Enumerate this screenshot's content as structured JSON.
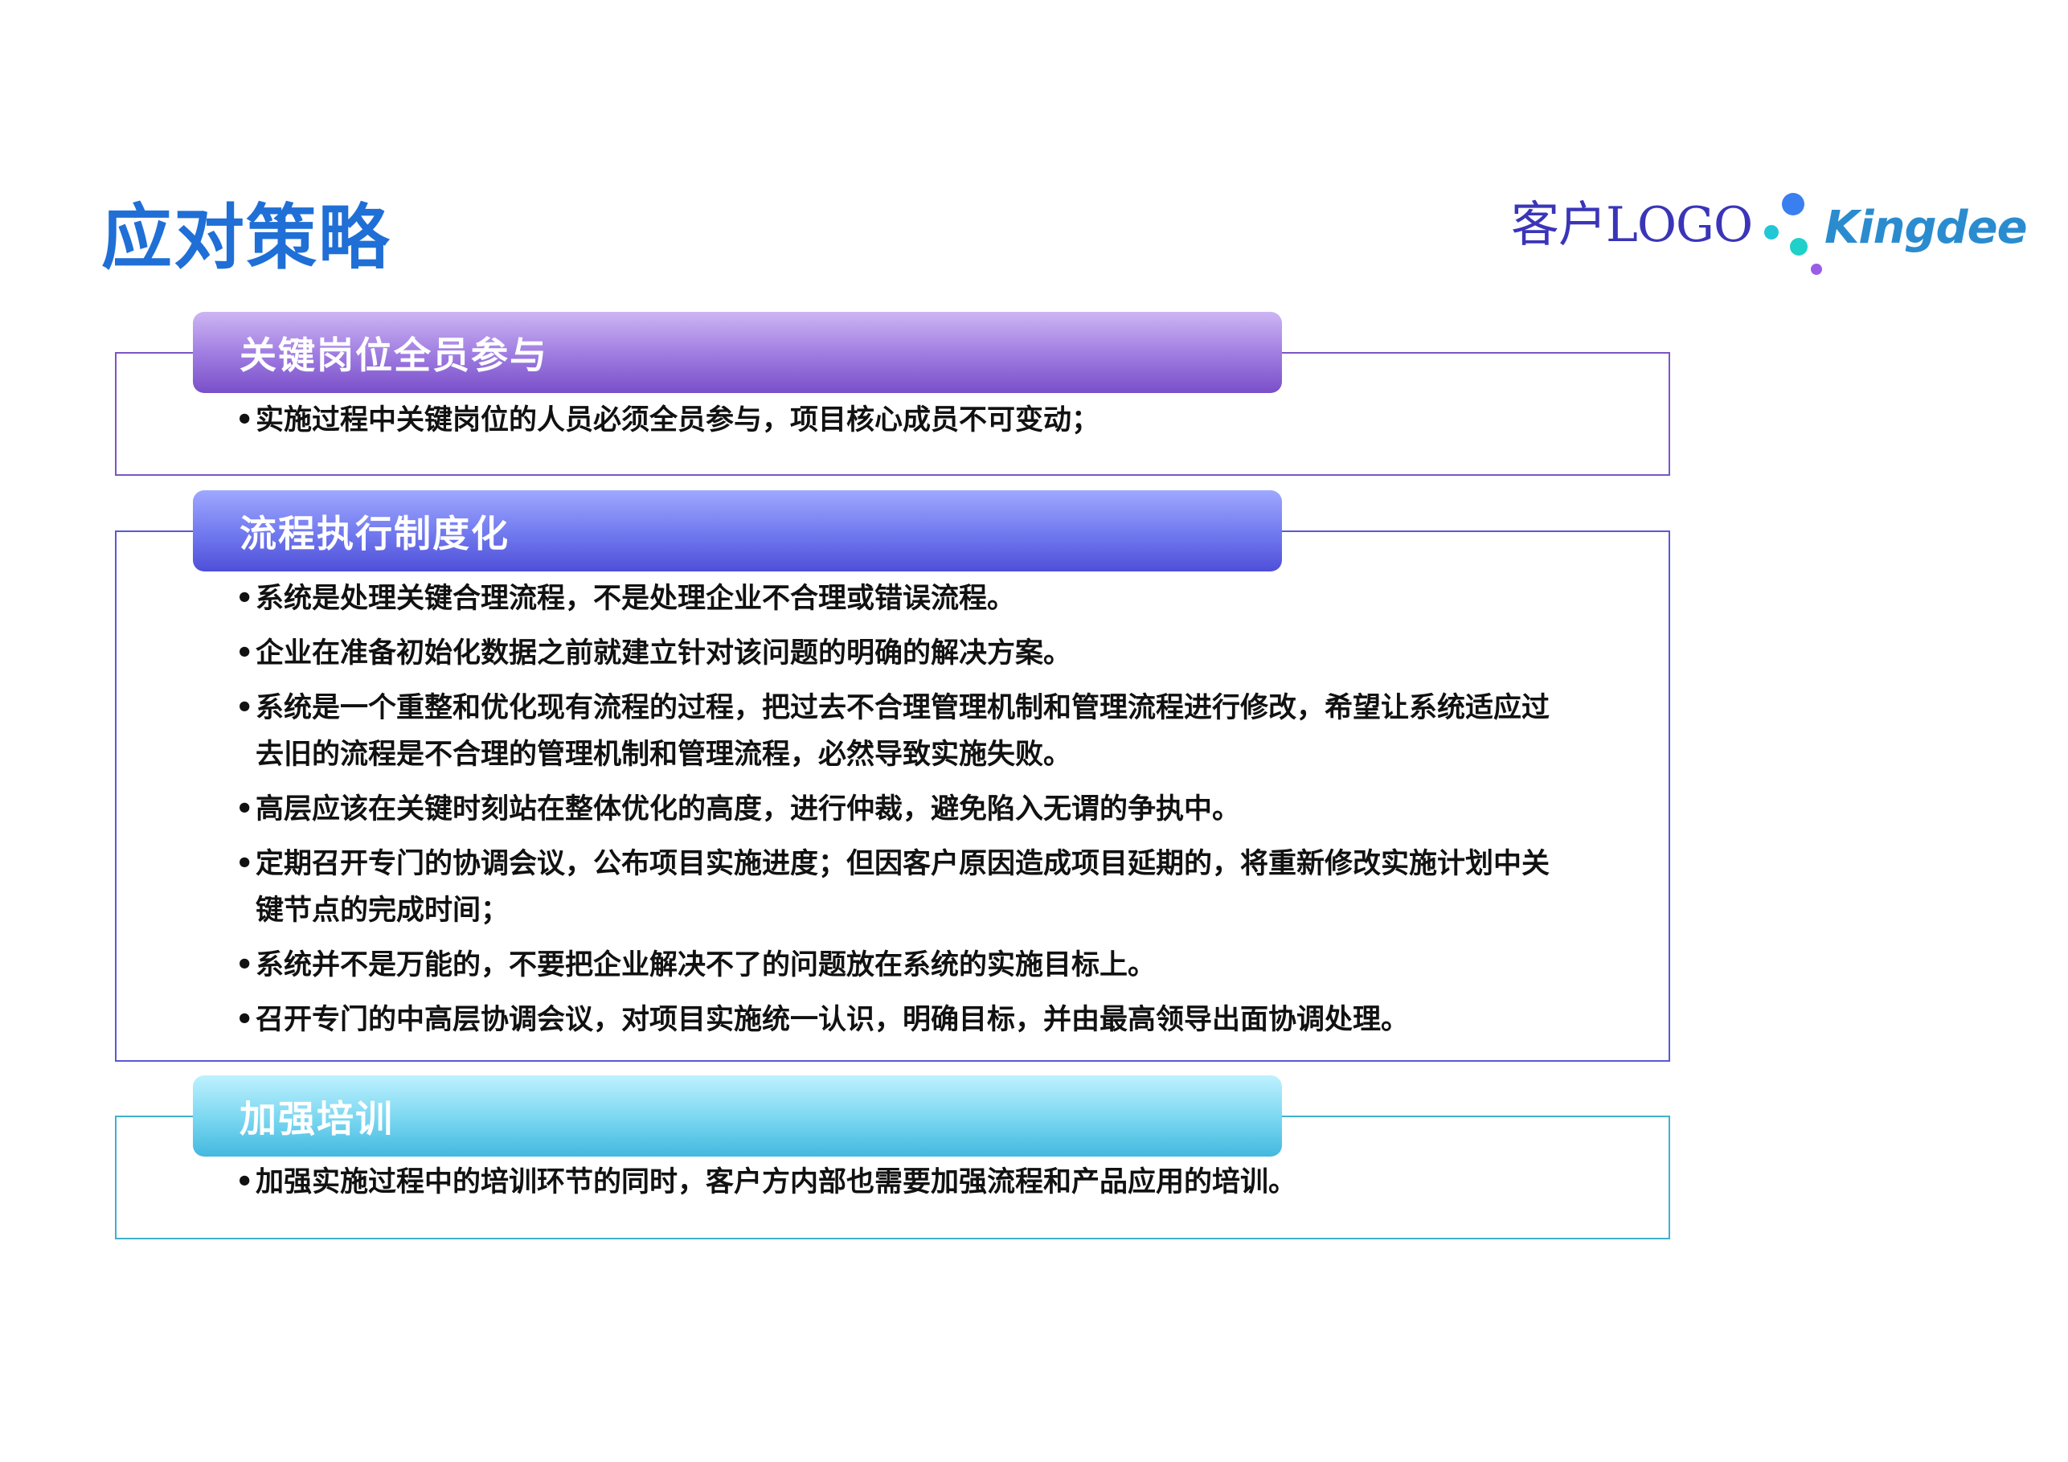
{
  "page": {
    "title": "应对策略",
    "client_logo": "客户LOGO",
    "brand_logo": "Kingdee",
    "colors": {
      "title": "#1f6fd6",
      "client_logo": "#3a35b8",
      "kingdee_text": "#2a8ccf"
    }
  },
  "sections": [
    {
      "heading": "关键岗位全员参与",
      "items": [
        "实施过程中关键岗位的人员必须全员参与，项目核心成员不可变动；"
      ]
    },
    {
      "heading": "流程执行制度化",
      "items": [
        "系统是处理关键合理流程，不是处理企业不合理或错误流程。",
        "企业在准备初始化数据之前就建立针对该问题的明确的解决方案。",
        "系统是一个重整和优化现有流程的过程，把过去不合理管理机制和管理流程进行修改，希望让系统适应过去旧的流程是不合理的管理机制和管理流程，必然导致实施失败。",
        "高层应该在关键时刻站在整体优化的高度，进行仲裁，避免陷入无谓的争执中。",
        "定期召开专门的协调会议，公布项目实施进度；但因客户原因造成项目延期的，将重新修改实施计划中关键节点的完成时间；",
        "系统并不是万能的，不要把企业解决不了的问题放在系统的实施目标上。",
        "召开专门的中高层协调会议，对项目实施统一认识，明确目标，并由最高领导出面协调处理。"
      ]
    },
    {
      "heading": "加强培训",
      "items": [
        "加强实施过程中的培训环节的同时，客户方内部也需要加强流程和产品应用的培训。"
      ]
    }
  ],
  "bullet": "•"
}
